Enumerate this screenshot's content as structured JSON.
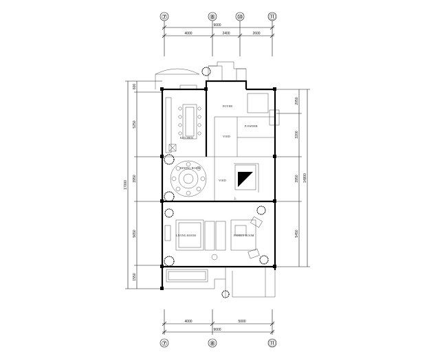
{
  "grid_axes": {
    "top": [
      "⑦",
      "⑧",
      "⑩",
      "⑪"
    ],
    "bottom": [
      "⑦",
      "⑧",
      "⑪"
    ]
  },
  "dimensions": {
    "top_total": "9000",
    "top_segments": [
      "4000",
      "2400",
      "2600"
    ],
    "bottom_total": "9000",
    "bottom_segments": [
      "4000",
      "5000"
    ],
    "left_total": "17000",
    "left_segments": [
      "600",
      "5250",
      "3950",
      "5650",
      "1550"
    ],
    "right_total": "14800",
    "right_segments": [
      "2050",
      "3200",
      "3950",
      "5450"
    ]
  },
  "rooms": {
    "foyer": "FOYER",
    "powder": "P.OWDER",
    "dining": "DINING ROOM",
    "kitchen": "KITCHEN",
    "living": "LIVING ROOM",
    "family": "FAMILY ROOM",
    "void_a": "VOID",
    "void_b": "VOID",
    "up_mark": "上"
  }
}
